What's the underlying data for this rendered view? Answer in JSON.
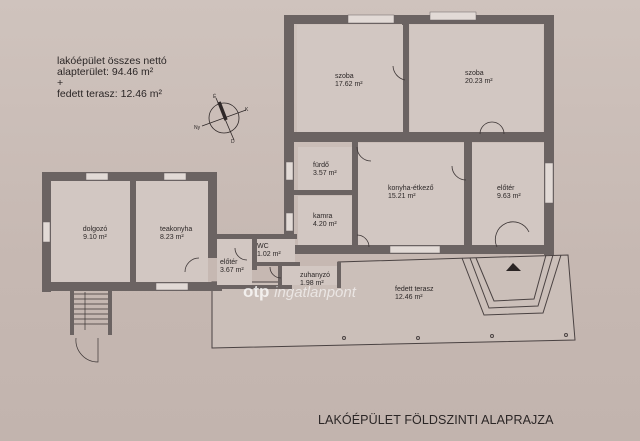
{
  "summary": {
    "line1": "lakóépület összes nettó",
    "line2": "alapterület: 94.46 m²",
    "line3": "+",
    "line4": "fedett terasz: 12.46 m²"
  },
  "compass": {
    "labels": [
      "É",
      "K",
      "D",
      "Ny"
    ]
  },
  "rooms": [
    {
      "name": "szoba",
      "area": "17.62 m²"
    },
    {
      "name": "szoba",
      "area": "20.23 m²"
    },
    {
      "name": "fürdő",
      "area": "3.57 m²"
    },
    {
      "name": "kamra",
      "area": "4.20 m²"
    },
    {
      "name": "konyha-étkező",
      "area": "15.21 m²"
    },
    {
      "name": "előtér",
      "area": "9.63 m²"
    },
    {
      "name": "dolgozó",
      "area": "9.10 m²"
    },
    {
      "name": "teakonyha",
      "area": "8.23 m²"
    },
    {
      "name": "WC",
      "area": "1.02 m²"
    },
    {
      "name": "előtér",
      "area": "3.67 m²"
    },
    {
      "name": "zuhanyzó",
      "area": "1.98 m²"
    },
    {
      "name": "fedett terasz",
      "area": "12.46 m²"
    }
  ],
  "watermark": {
    "brand": "otp",
    "text": "ingatlanpont"
  },
  "plan_title": "LAKÓÉPÜLET FÖLDSZINTI ALAPRAJZA",
  "colors": {
    "paper": "#c9bcb6",
    "wall": "#6b6362",
    "floor": "#d3c8c3",
    "line": "#3c3535"
  }
}
